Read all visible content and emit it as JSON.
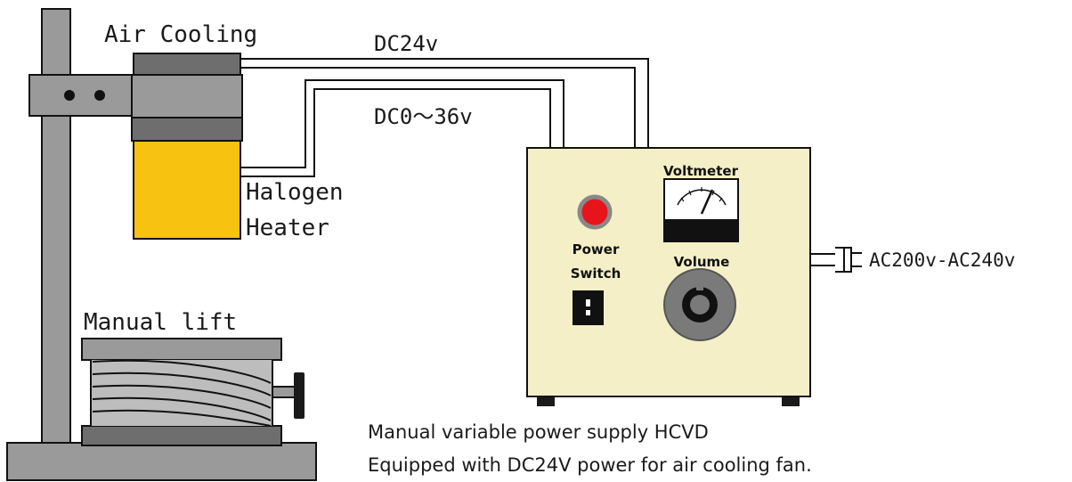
{
  "labels": {
    "air_cooling": "Air Cooling",
    "dc24v": "DC24v",
    "dc0_36v": "DC0～36v",
    "halogen": "Halogen",
    "heater": "Heater",
    "voltmeter": "Voltmeter",
    "power": "Power",
    "switch": "Switch",
    "volume": "Volume",
    "ac_input": "AC200v-AC240v",
    "manual_lift": "Manual lift",
    "caption_line1": "Manual variable power supply HCVD",
    "caption_line2": "Equipped with DC24V power for air cooling fan."
  },
  "colors": {
    "stand_gray": "#9a9a9a",
    "dark_gray": "#6e6e6e",
    "heater_yellow": "#f7c210",
    "box_cream": "#f4efc6",
    "indicator_red": "#e8141b",
    "knob_gray": "#7a7a7a"
  },
  "icons": [
    "ac-plug-icon",
    "voltmeter-needle-icon",
    "volume-knob-icon",
    "power-indicator-icon"
  ]
}
